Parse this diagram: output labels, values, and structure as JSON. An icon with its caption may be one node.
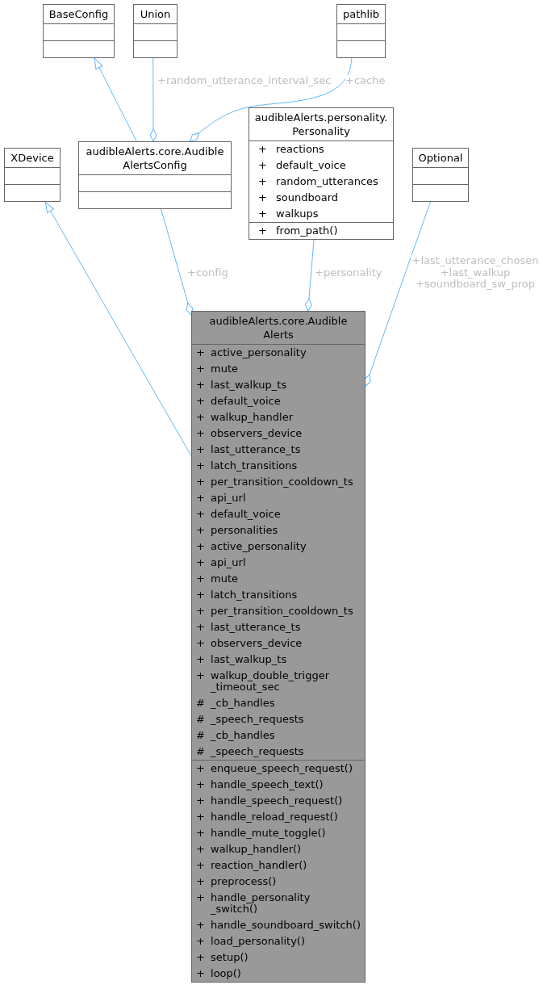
{
  "diagram": {
    "nodes": [
      {
        "text": [
          "BaseConfig"
        ]
      },
      {
        "text": [
          "Union"
        ]
      },
      {
        "text": [
          "pathlib"
        ]
      },
      {
        "text": [
          "XDevice"
        ]
      },
      {
        "text": [
          "audibleAlerts.core.Audible AlertsConfig"
        ]
      },
      {
        "text": [
          "audibleAlerts.personality. Personality",
          "+ reactions",
          "+ default_voice",
          "+ random_utterances",
          "+ soundboard",
          "+ walkups",
          "+ from_path()"
        ]
      },
      {
        "text": [
          "Optional"
        ]
      },
      {
        "text": [
          "audibleAlerts.core.Audible Alerts",
          "+ active_personality",
          "+ mute",
          "+ last_walkup_ts",
          "+ default_voice",
          "+ walkup_handler",
          "+ observers_device",
          "+ last_utterance_ts",
          "+ latch_transitions",
          "+ per_transition_cooldown_ts",
          "+ api_url",
          "+ default_voice",
          "+ personalities",
          "+ active_personality",
          "+ api_url",
          "+ mute",
          "+ latch_transitions",
          "+ per_transition_cooldown_ts",
          "+ last_utterance_ts",
          "+ observers_device",
          "+ last_walkup_ts",
          "+ walkup_double_trigger _timeout_sec",
          "# _cb_handles",
          "# _speech_requests",
          "# _cb_handles",
          "# _speech_requests",
          "+ enqueue_speech_request()",
          "+ handle_speech_text()",
          "+ handle_speech_request()",
          "+ handle_reload_request()",
          "+ handle_mute_toggle()",
          "+ walkup_handler()",
          "+ reaction_handler()",
          "+ preprocess()",
          "+ handle_personality _switch()",
          "+ handle_soundboard_switch()",
          "+ load_personality()",
          "+ setup()",
          "+ loop()"
        ]
      }
    ],
    "edges": [
      {
        "from": 4,
        "to": 0,
        "arrow": "to"
      },
      {
        "from": 1,
        "to": 4,
        "arrow": "other",
        "label": "+random_utterance_interval_sec"
      },
      {
        "from": 2,
        "to": 4,
        "arrow": "other",
        "label": "+cache"
      },
      {
        "from": 7,
        "to": 3,
        "arrow": "to"
      },
      {
        "from": 4,
        "to": 7,
        "arrow": "other",
        "label": "+config"
      },
      {
        "from": 5,
        "to": 7,
        "arrow": "other",
        "label": "+personality"
      },
      {
        "from": 6,
        "to": 7,
        "arrow": "other",
        "label": "+last_utterance_chosen +last_walkup +soundboard_sw_prop"
      }
    ]
  }
}
